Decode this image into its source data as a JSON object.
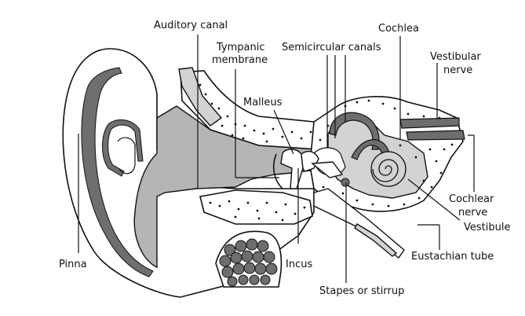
{
  "labels": {
    "auditory_canal": "Auditory canal",
    "tympanic_line1": "Tympanic",
    "tympanic_line2": "membrane",
    "semicircular": "Semicircular canals",
    "cochlea": "Cochlea",
    "vestibular_line1": "Vestibular",
    "vestibular_line2": "nerve",
    "malleus": "Malleus",
    "cochlear_line1": "Cochlear",
    "cochlear_line2": "nerve",
    "vestibule": "Vestibule",
    "eustachian": "Eustachian tube",
    "pinna": "Pinna",
    "incus": "Incus",
    "stapes": "Stapes or stirrup"
  },
  "colors": {
    "outline": "#111111",
    "canal_gray": "#b5b5b5",
    "light_gray": "#d3d3d3",
    "bone_dark": "#6e6e6e",
    "background": "#ffffff"
  }
}
